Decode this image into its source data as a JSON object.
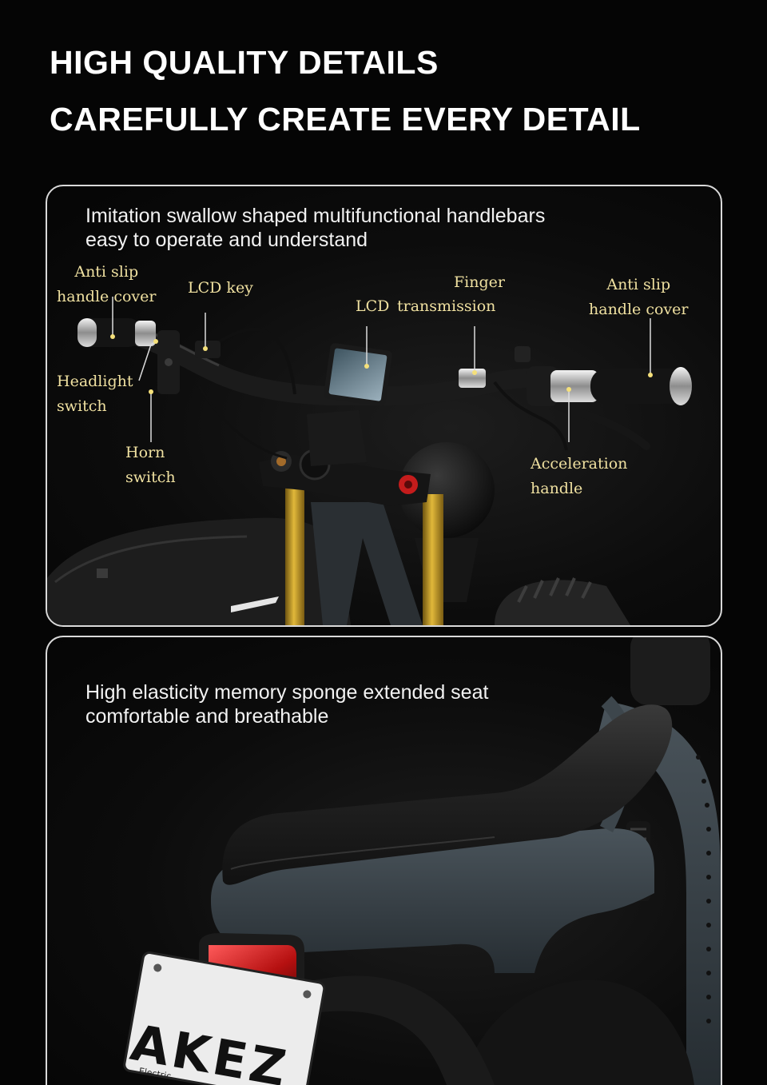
{
  "headline": {
    "line1": "HIGH QUALITY DETAILS",
    "line2": "CAREFULLY CREATE EVERY DETAIL"
  },
  "handlebar_section": {
    "caption": {
      "line1": "Imitation swallow shaped multifunctional handlebars",
      "line2": "easy to operate and understand"
    },
    "callouts": {
      "anti_slip_left": {
        "line1": "Anti slip",
        "line2": "handle cover"
      },
      "lcd_key": {
        "line1": "LCD key"
      },
      "finger_transmission": {
        "line1": "Finger",
        "line2": "transmission"
      },
      "lcd": {
        "line1": "LCD"
      },
      "anti_slip_right": {
        "line1": "Anti slip",
        "line2": "handle cover"
      },
      "headlight_switch": {
        "line1": "Headlight",
        "line2": "switch"
      },
      "horn_switch": {
        "line1": "Horn",
        "line2": "switch"
      },
      "acceleration_handle": {
        "line1": "Acceleration",
        "line2": "handle"
      }
    }
  },
  "seat_section": {
    "caption": {
      "line1": "High elasticity memory sponge extended seat",
      "line2": "comfortable and breathable"
    },
    "license_plate": {
      "brand": "AKEZ",
      "small_text": "Electric"
    }
  },
  "colors": {
    "background": "#050505",
    "panel_border": "#d9d9d9",
    "callout_text": "#efe0a0",
    "fork_gold": "#c9a02a",
    "tail_light_red": "#c01818"
  }
}
